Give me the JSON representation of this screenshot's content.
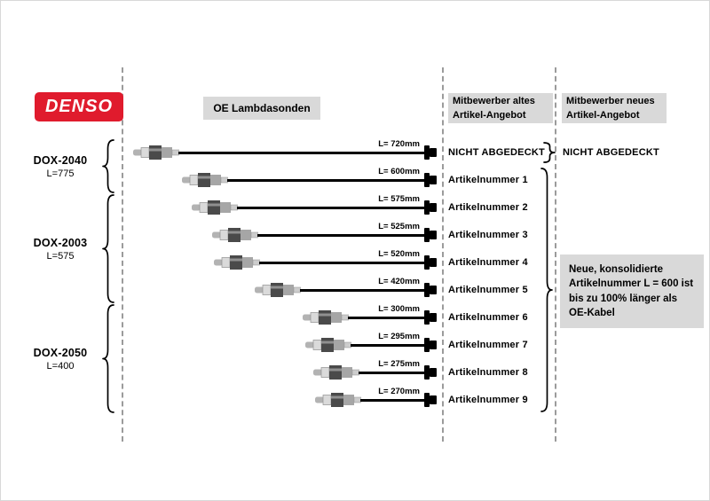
{
  "logo": {
    "text": "DENSO"
  },
  "colors": {
    "denso_red": "#e01b2d",
    "box_gray": "#d9d9d9"
  },
  "columns": {
    "oe_header": "OE Lambdasonden",
    "old_header": "Mitbewerber altes Artikel-Angebot",
    "new_header": "Mitbewerber neues Artikel-Angebot"
  },
  "groups": [
    {
      "name": "DOX-2040",
      "length": "L=775",
      "row_span": [
        0,
        1
      ]
    },
    {
      "name": "DOX-2003",
      "length": "L=575",
      "row_span": [
        2,
        5
      ]
    },
    {
      "name": "DOX-2050",
      "length": "L=400",
      "row_span": [
        6,
        9
      ]
    }
  ],
  "rows": [
    {
      "length_mm": 720,
      "cable_label": "L= 720mm",
      "old_article": "NICHT ABGEDECKT"
    },
    {
      "length_mm": 600,
      "cable_label": "L= 600mm",
      "old_article": "Artikelnummer 1"
    },
    {
      "length_mm": 575,
      "cable_label": "L= 575mm",
      "old_article": "Artikelnummer 2"
    },
    {
      "length_mm": 525,
      "cable_label": "L= 525mm",
      "old_article": "Artikelnummer 3"
    },
    {
      "length_mm": 520,
      "cable_label": "L= 520mm",
      "old_article": "Artikelnummer 4"
    },
    {
      "length_mm": 420,
      "cable_label": "L= 420mm",
      "old_article": "Artikelnummer 5"
    },
    {
      "length_mm": 300,
      "cable_label": "L= 300mm",
      "old_article": "Artikelnummer 6"
    },
    {
      "length_mm": 295,
      "cable_label": "L= 295mm",
      "old_article": "Artikelnummer 7"
    },
    {
      "length_mm": 275,
      "cable_label": "L= 275mm",
      "old_article": "Artikelnummer 8"
    },
    {
      "length_mm": 270,
      "cable_label": "L= 270mm",
      "old_article": "Artikelnummer 9"
    }
  ],
  "new_column": {
    "row1": "NICHT ABGEDECKT"
  },
  "note": {
    "text": "Neue, konsolidierte Artikelnummer L = 600 ist bis zu 100% länger als OE-Kabel"
  }
}
